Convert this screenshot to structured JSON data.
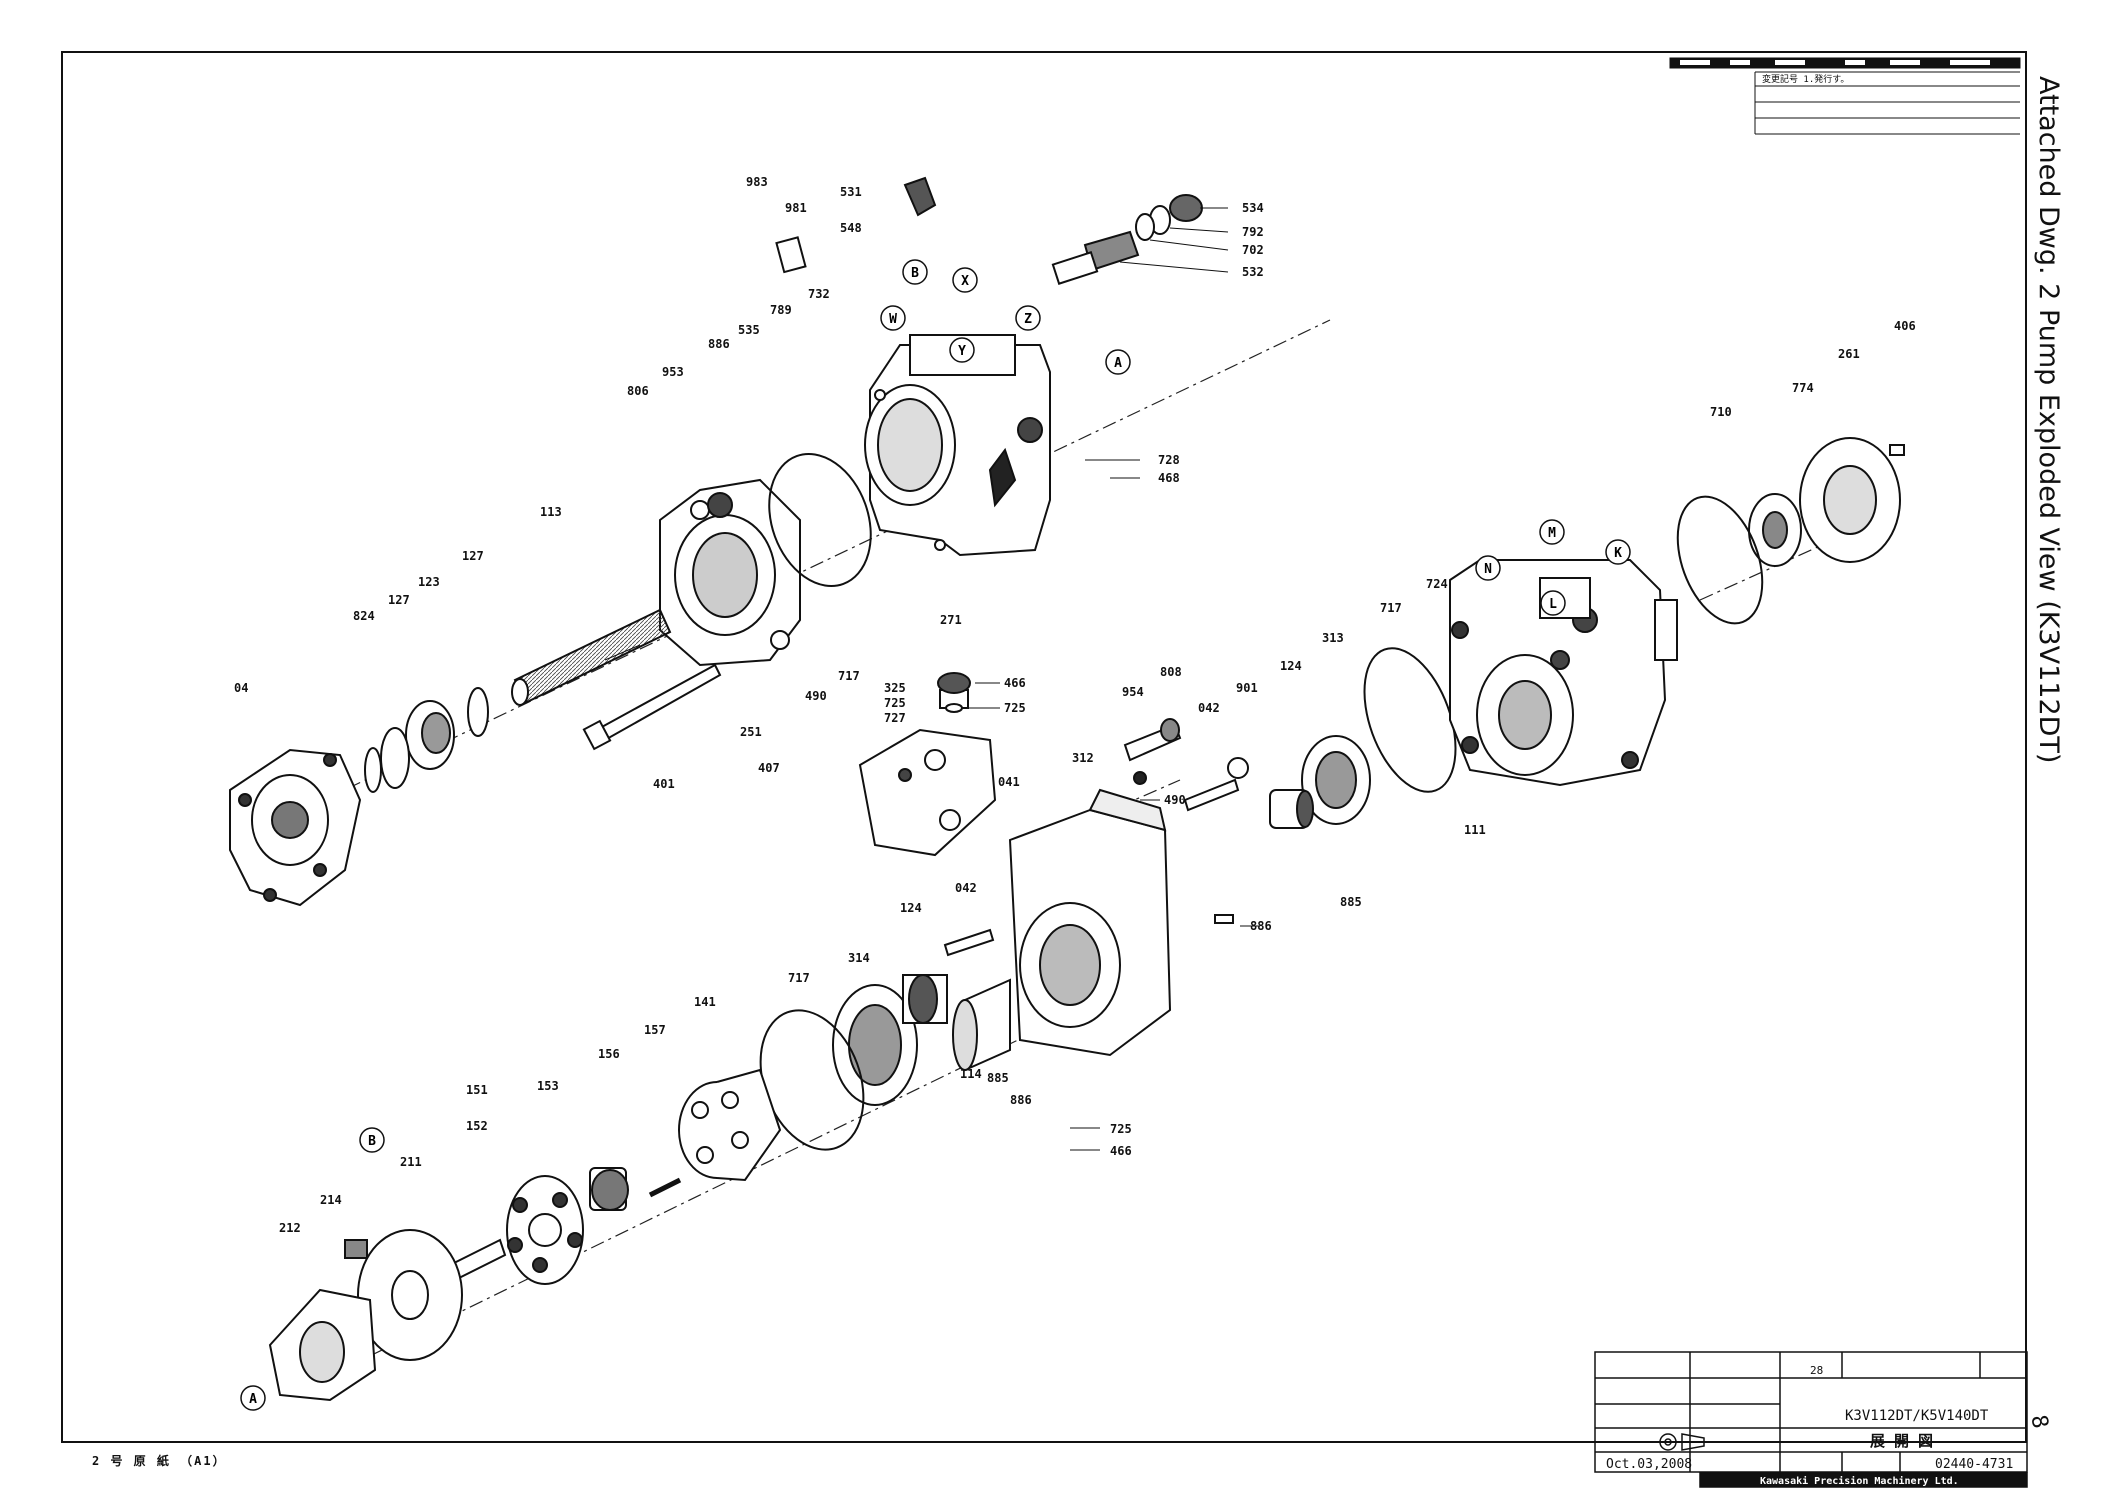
{
  "sheet": {
    "side_title": "Attached Dwg. 2   Pump Exploded View (K3V112DT)",
    "corner_mark": "8",
    "bottom_left_note": "2 号 原 紙 （A1）"
  },
  "callouts": {
    "983": "983",
    "981": "981",
    "531": "531",
    "548": "548",
    "534": "534",
    "792": "792",
    "702": "702",
    "532": "532",
    "535": "535",
    "789": "789",
    "732": "732",
    "886_top": "886",
    "953": "953",
    "806": "806",
    "728": "728",
    "468_top": "468",
    "113": "113",
    "127_a": "127",
    "123": "123",
    "127_b": "127",
    "824": "824",
    "04": "04",
    "717_a": "717",
    "271": "271",
    "490_a": "490",
    "251": "251",
    "401": "401",
    "325": "325",
    "725_a": "725",
    "727": "727",
    "466_a": "466",
    "725_b": "725",
    "407": "407",
    "041": "041",
    "954": "954",
    "808": "808",
    "042_a": "042",
    "901": "901",
    "490_b": "490",
    "312": "312",
    "124_a": "124",
    "313": "313",
    "717_b": "717",
    "724": "724",
    "885_a": "885",
    "111": "111",
    "710": "710",
    "774": "774",
    "261": "261",
    "406": "406",
    "042_b": "042",
    "886_b": "886",
    "124_b": "124",
    "314": "314",
    "717_c": "717",
    "114": "114",
    "885_b": "885",
    "886_c": "886",
    "725_c": "725",
    "466_b": "466",
    "141": "141",
    "157": "157",
    "156": "156",
    "153": "153",
    "151": "151",
    "152": "152",
    "211": "211",
    "214": "214",
    "212": "212"
  },
  "view_markers": {
    "B_top": "B",
    "X": "X",
    "W": "W",
    "Y": "Y",
    "Z": "Z",
    "A_right": "A",
    "M": "M",
    "N": "N",
    "K": "K",
    "L": "L",
    "B_bottom": "B",
    "A_bottom": "A"
  },
  "title_block": {
    "model": "K3V112DT/K5V140DT",
    "title_jp": "展 開 図",
    "date": "Oct.03,2008",
    "drawing_no": "02440-4731",
    "scale_value": "28",
    "company": "Kawasaki Precision Machinery Ltd.",
    "revision_note": "変更記号 1.発行す。"
  }
}
